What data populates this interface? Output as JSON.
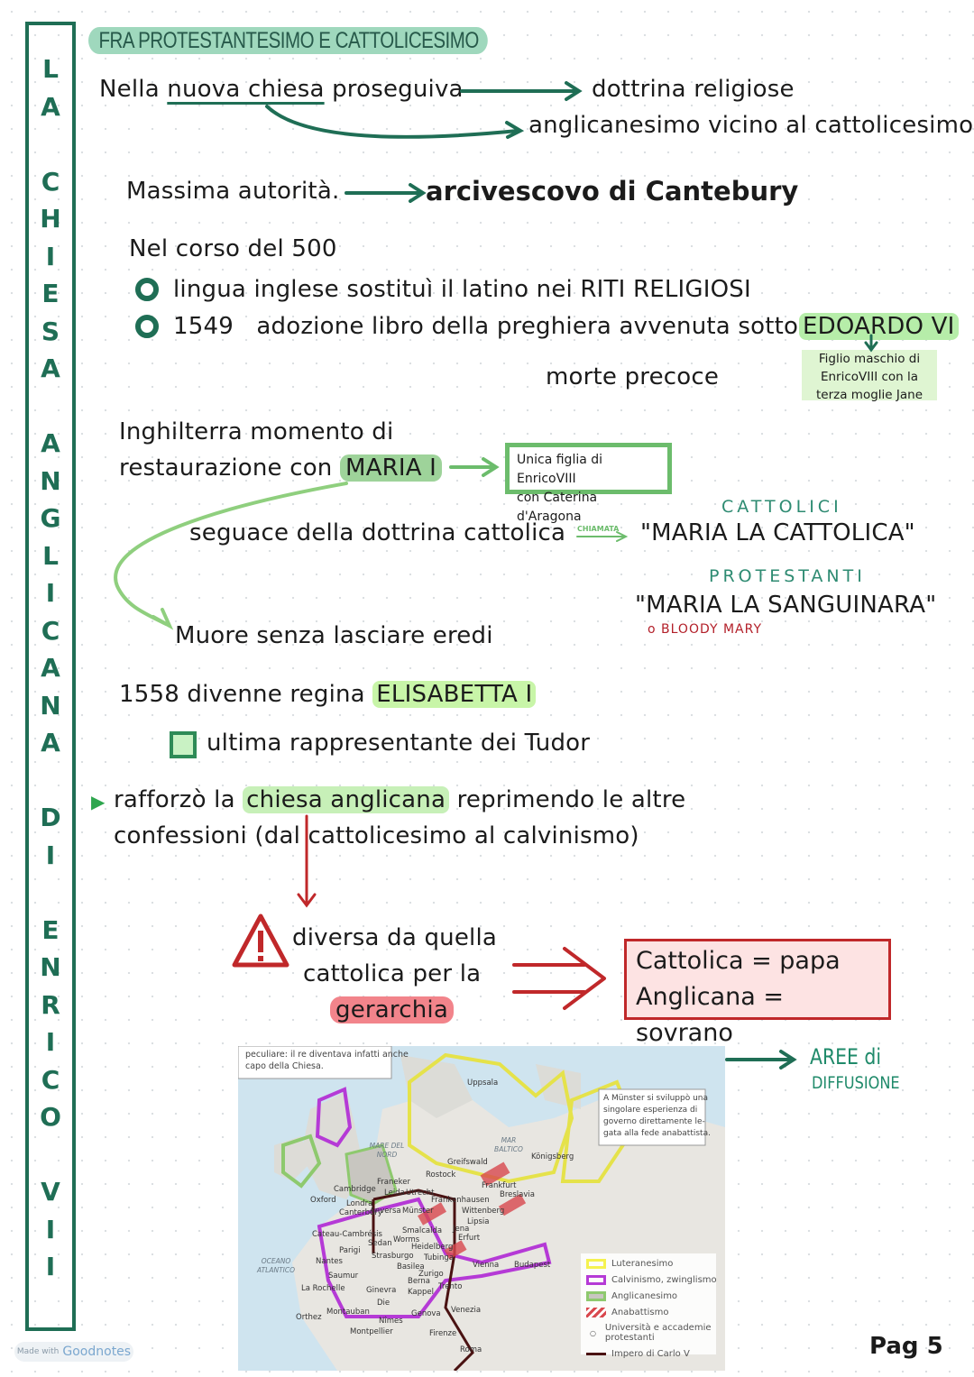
{
  "sidebar_title": [
    "L",
    "A",
    " ",
    "C",
    "H",
    "I",
    "E",
    "S",
    "A",
    " ",
    "A",
    "N",
    "G",
    "L",
    "I",
    "C",
    "A",
    "N",
    "A",
    " ",
    "D",
    "I",
    " ",
    "E",
    "N",
    "R",
    "I",
    "C",
    "O",
    " ",
    "V",
    "I",
    "I"
  ],
  "header_title": "FRA PROTESTANTESIMO E CATTOLICESIMO",
  "line1": {
    "prefix": "Nella ",
    "underlined": "nuova chiesa",
    "suffix": " proseguiva",
    "target1": "dottrina religiose",
    "target2": "anglicanesimo vicino al cattolicesimo"
  },
  "authority": {
    "label": "Massima autorità.",
    "value": "arcivescovo di Cantebury"
  },
  "period": "Nel corso del 500",
  "bullet1": "lingua inglese sostituì il latino nei RITI RELIGIOSI",
  "bullet2": {
    "year": "1549",
    "text": "adozione libro della preghiera avvenuta sotto",
    "king": "EDOARDO VI"
  },
  "edoardo_note": [
    "Figlio maschio di",
    "EnricoVIII con la",
    "terza moglie Jane"
  ],
  "early_death": "morte precoce",
  "restoration": {
    "line1": "Inghilterra momento di",
    "line2": "restaurazione con",
    "queen": "MARIA I"
  },
  "maria_note": [
    "Unica figlia di EnricoVIII",
    "con Caterina d'Aragona"
  ],
  "follower": "seguace della dottrina cattolica",
  "called": "CHIAMATA",
  "catholics_label": "CATTOLICI",
  "catholic_name": "\"MARIA LA CATTOLICA\"",
  "protestants_label": "PROTESTANTI",
  "protestant_name": "\"MARIA LA SANGUINARA\"",
  "bloody": "o BLOODY MARY",
  "no_heirs": "Muore senza lasciare eredi",
  "elizabeth": {
    "text": "1558 divenne regina",
    "name": "ELISABETTA I"
  },
  "tudor": "ultima rappresentante dei Tudor",
  "strengthened": {
    "pre": "rafforzò la",
    "hl": "chiesa anglicana",
    "post": "reprimendo le altre",
    "line2": "confessioni (dal cattolicesimo al calvinismo)"
  },
  "different": {
    "line1": "diversa da quella",
    "line2": "cattolica per la",
    "hl": "gerarchia"
  },
  "comparison": [
    "Cattolica = papa",
    "Anglicana = sovrano"
  ],
  "areas": [
    "AREE di",
    "DIFFUSIONE"
  ],
  "map": {
    "caption": [
      "peculiare: il re diventava infatti anche",
      "capo della Chiesa."
    ],
    "munster_note": [
      "A Münster si sviluppò una",
      "singolare esperienza di",
      "governo direttamente le-",
      "gata alla fede anabattista."
    ],
    "places": [
      "Uppsala",
      "Königsberg",
      "Greifswald",
      "Rostock",
      "Franeker",
      "Leida",
      "Utrecht",
      "Cambridge",
      "Oxford",
      "Londra",
      "Canterbury",
      "Anversa",
      "Münster",
      "Frankenhausen",
      "Wittenberg",
      "Lipsia",
      "Jena",
      "Erfurt",
      "Smalcalda",
      "Worms",
      "Heidelberg",
      "Tubinga",
      "Strasburgo",
      "Basilea",
      "Zurigo",
      "Vienna",
      "Budapest",
      "Berna",
      "Ginevra",
      "Kappel",
      "Trento",
      "Venezia",
      "Genova",
      "Firenze",
      "Roma",
      "Parigi",
      "Sedan",
      "Cateau-Cambrésis",
      "Nantes",
      "Saumur",
      "La Rochelle",
      "Montauban",
      "Nîmes",
      "Orthez",
      "Montpellier",
      "Die",
      "Frankfurt",
      "Breslavia"
    ],
    "seas": [
      "MARE DEL NORD",
      "MAR BALTICO",
      "OCEANO ATLANTICO"
    ],
    "legend": [
      "Luteranesimo",
      "Calvinismo, zwinglismo",
      "Anglicanesimo",
      "Anabattismo",
      "Università e accademie protestanti",
      "Impero di Carlo V"
    ],
    "legend_colors": [
      "#f5f250",
      "#b53ad6",
      "#8ec96e",
      "#d9484e",
      "#ffffff",
      "#4a1212"
    ]
  },
  "page_number": "Pag 5",
  "goodnotes": {
    "made": "Made with",
    "brand": "Goodnotes"
  },
  "colors": {
    "green_dark": "#1f6e55",
    "green_light": "#9fd8bd",
    "red": "#c0282a"
  }
}
